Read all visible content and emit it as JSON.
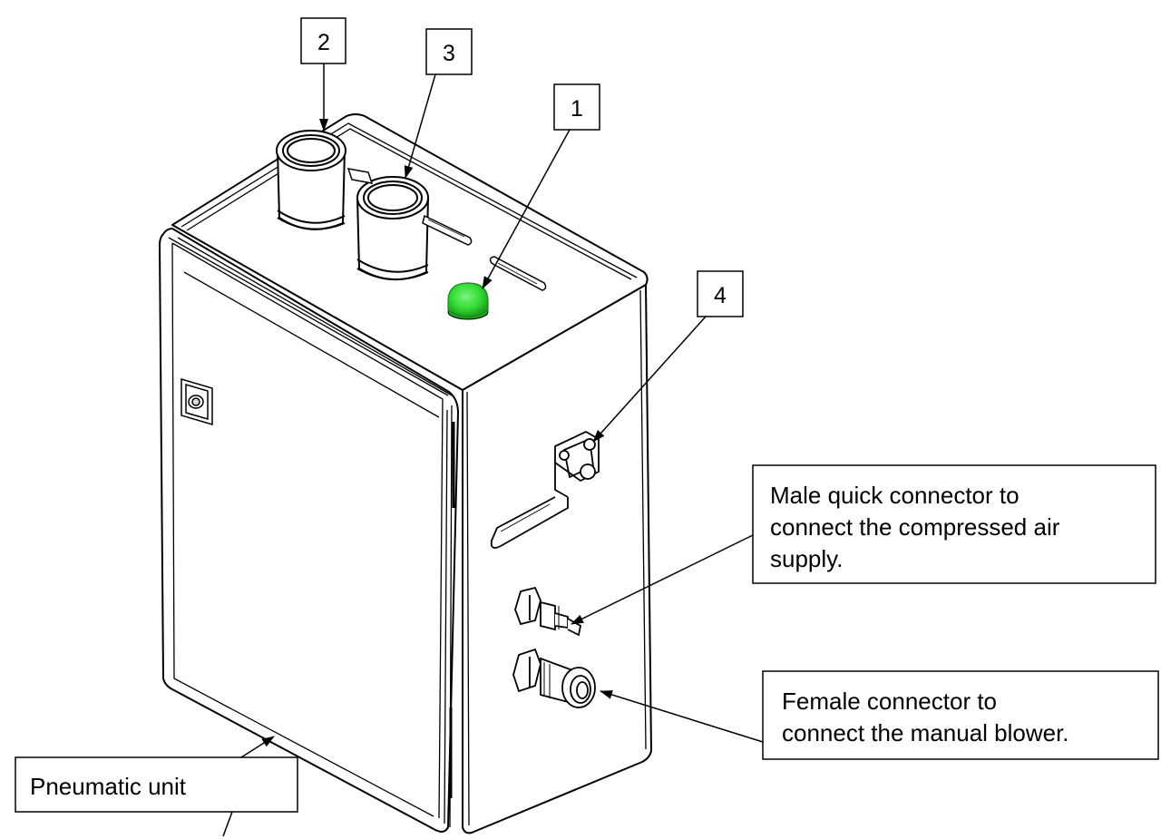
{
  "callouts": {
    "num_1": "1",
    "num_2": "2",
    "num_3": "3",
    "num_4": "4",
    "male_connector": [
      "Male quick connector to",
      "connect the compressed air",
      "supply."
    ],
    "female_connector": [
      "Female connector to",
      "connect the manual blower."
    ],
    "pneumatic_unit": "Pneumatic unit"
  },
  "colors": {
    "indicator_green": "#33dd33",
    "line": "#000000",
    "background": "#ffffff"
  }
}
